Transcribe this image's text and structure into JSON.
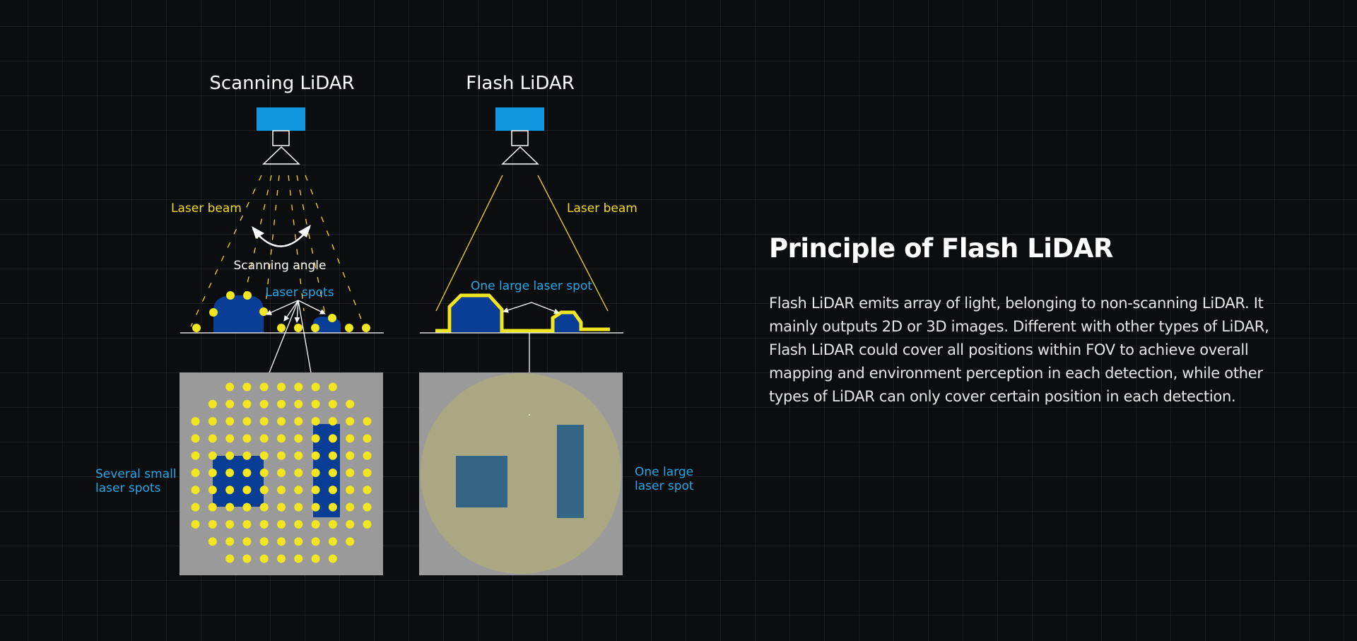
{
  "scanning": {
    "title": "Scanning LiDAR",
    "beam_label": "Laser beam",
    "angle_label": "Scanning angle",
    "spots_label": "Laser spots",
    "side_label_line1": "Several small",
    "side_label_line2": "laser spots"
  },
  "flash": {
    "title": "Flash LiDAR",
    "beam_label": "Laser beam",
    "spot_label": "One large laser spot",
    "side_label_line1": "One large",
    "side_label_line2": "laser spot"
  },
  "info": {
    "heading": "Principle of Flash LiDAR",
    "body": "Flash LiDAR emits array of light, belonging to non-scanning LiDAR. It mainly outputs 2D or 3D images. Different with other types of LiDAR, Flash LiDAR could cover all positions within FOV to achieve overall mapping and environment perception in each detection, while other types of LiDAR can only cover certain position in each detection."
  },
  "colors": {
    "sensor": "#1098e0",
    "beam": "#f2dc1c",
    "spot": "#f2e620",
    "object": "#0a3e96",
    "cyan_label": "#23a8e6",
    "panel": "#9a9a9a",
    "flash_circle": "#aaa883",
    "flash_object": "#346585"
  }
}
